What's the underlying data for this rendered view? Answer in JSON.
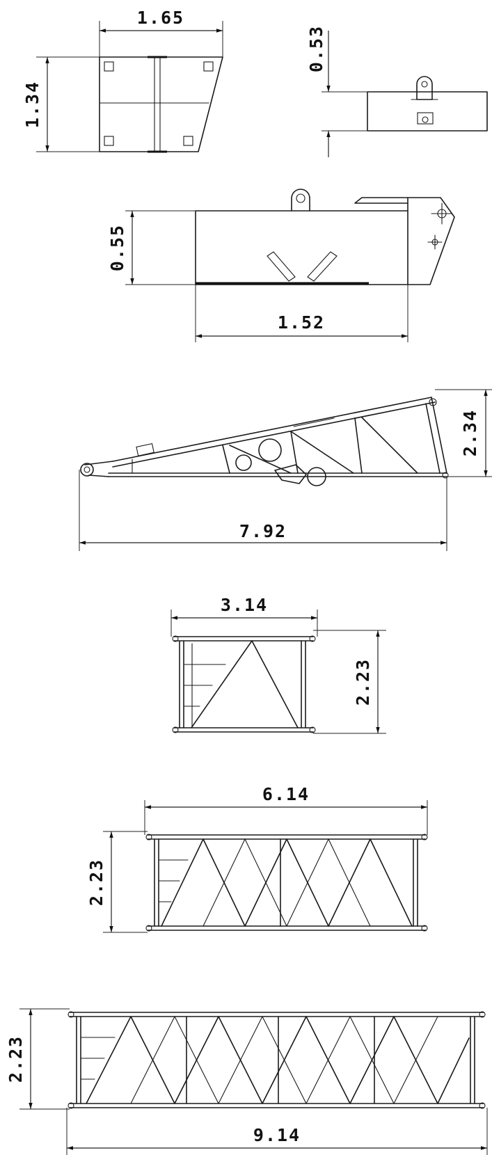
{
  "dimensions": {
    "top_block_width": "1.65",
    "top_block_height": "1.34",
    "side_block_height": "0.53",
    "tip_height": "0.55",
    "tip_width": "1.52",
    "boom_base_height": "2.34",
    "boom_base_length": "7.92",
    "section1_length": "3.14",
    "section1_height": "2.23",
    "section2_length": "6.14",
    "section2_height": "2.23",
    "section3_height": "2.23",
    "section3_length": "9.14"
  },
  "colors": {
    "line": "#1a1a1a",
    "background": "#ffffff"
  }
}
